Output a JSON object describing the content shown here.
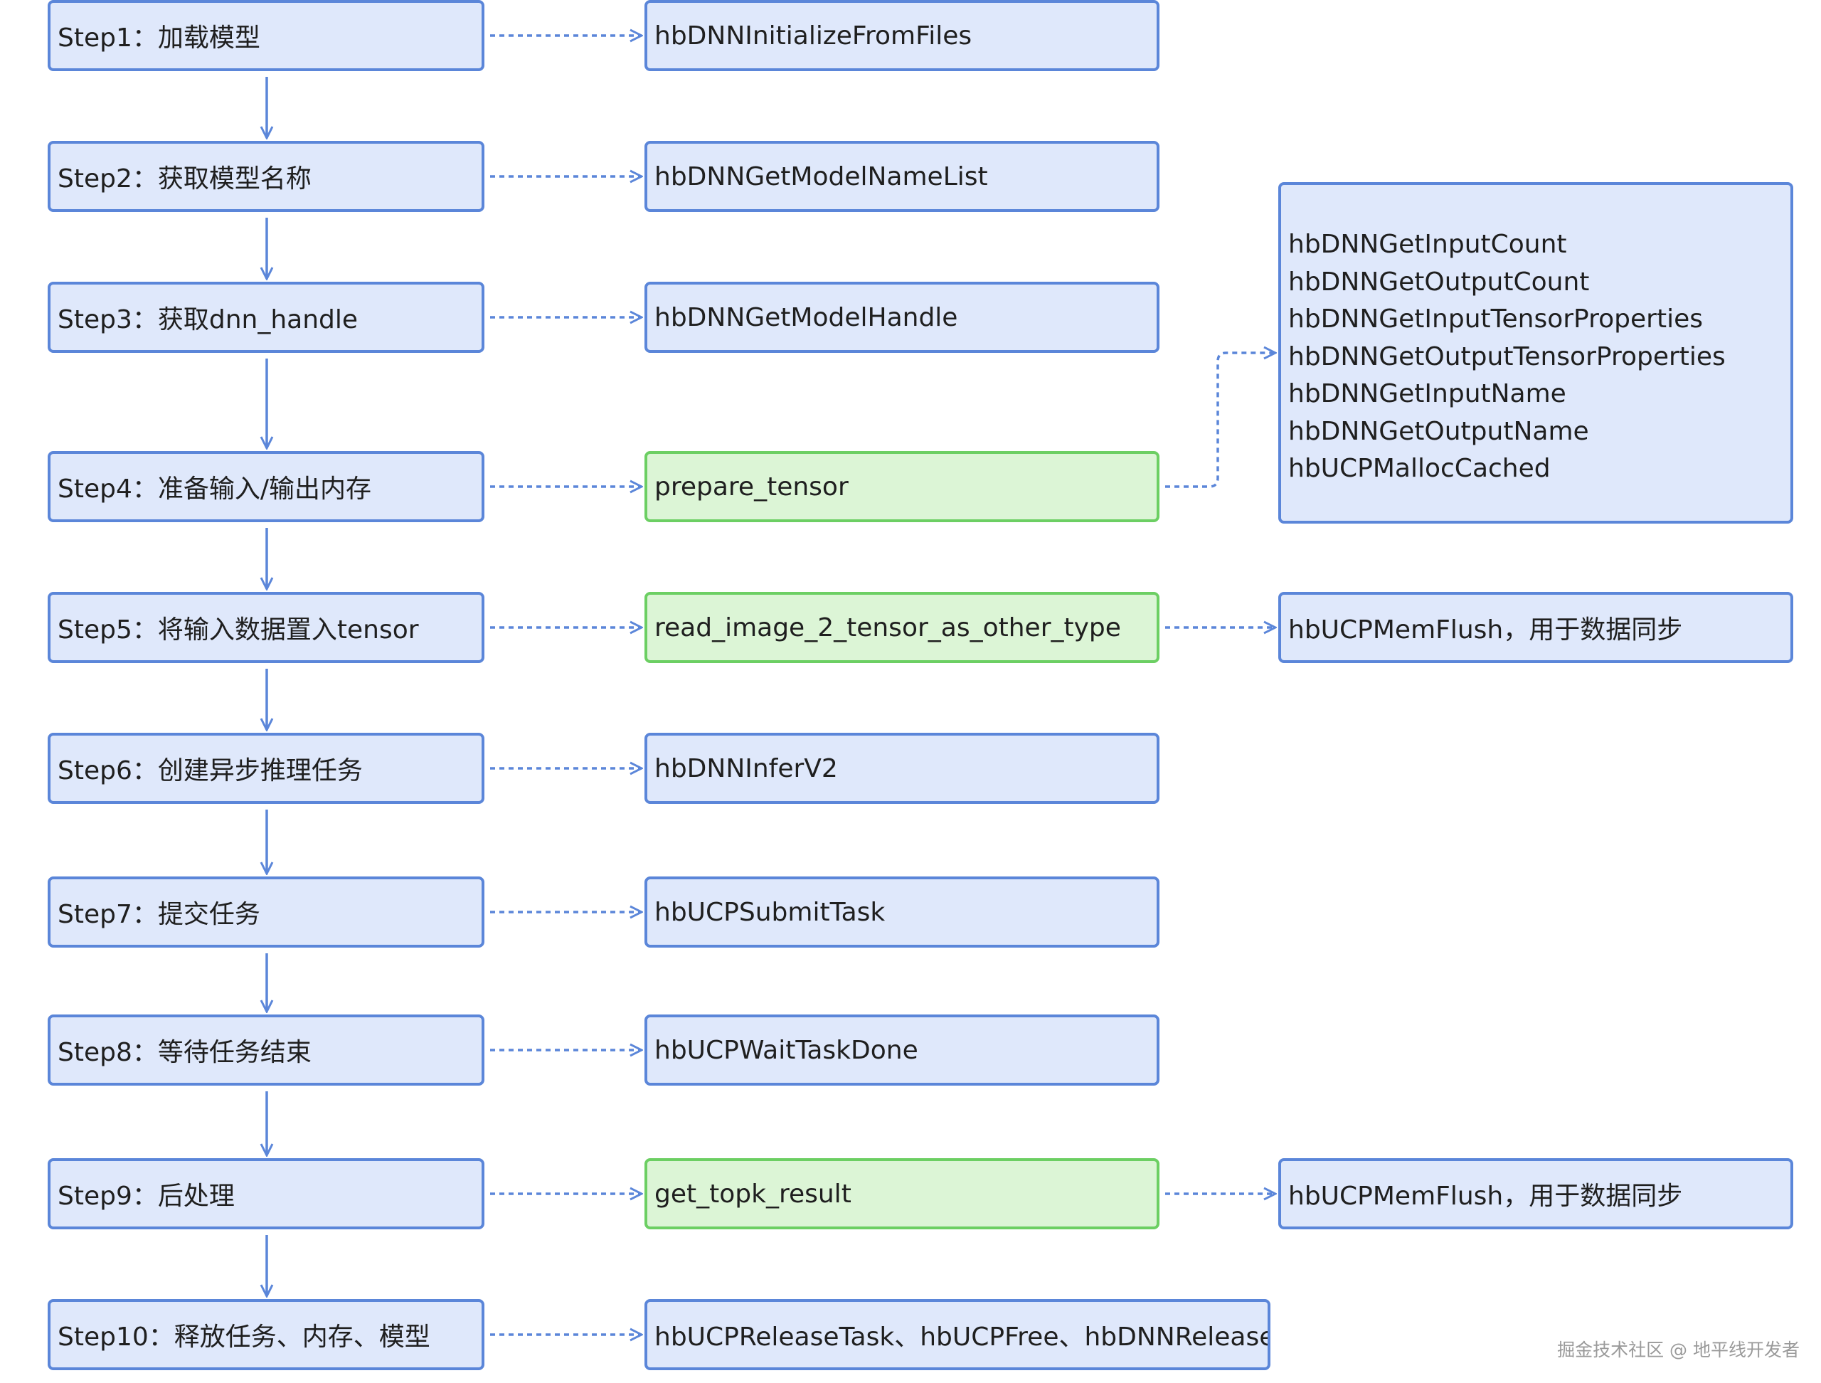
{
  "steps": [
    {
      "id": "step1",
      "label": "Step1：加载模型"
    },
    {
      "id": "step2",
      "label": "Step2：获取模型名称"
    },
    {
      "id": "step3",
      "label": "Step3：获取dnn_handle"
    },
    {
      "id": "step4",
      "label": "Step4：准备输入/输出内存"
    },
    {
      "id": "step5",
      "label": "Step5：将输入数据置入tensor"
    },
    {
      "id": "step6",
      "label": "Step6：创建异步推理任务"
    },
    {
      "id": "step7",
      "label": "Step7：提交任务"
    },
    {
      "id": "step8",
      "label": "Step8：等待任务结束"
    },
    {
      "id": "step9",
      "label": "Step9：后处理"
    },
    {
      "id": "step10",
      "label": "Step10：释放任务、内存、模型"
    }
  ],
  "apis": [
    {
      "id": "api1",
      "label": "hbDNNInitializeFromFiles",
      "highlight": false
    },
    {
      "id": "api2",
      "label": "hbDNNGetModelNameList",
      "highlight": false
    },
    {
      "id": "api3",
      "label": "hbDNNGetModelHandle",
      "highlight": false
    },
    {
      "id": "api4",
      "label": "prepare_tensor",
      "highlight": true
    },
    {
      "id": "api5",
      "label": "read_image_2_tensor_as_other_type",
      "highlight": true
    },
    {
      "id": "api6",
      "label": "hbDNNInferV2",
      "highlight": false
    },
    {
      "id": "api7",
      "label": "hbUCPSubmitTask",
      "highlight": false
    },
    {
      "id": "api8",
      "label": "hbUCPWaitTaskDone",
      "highlight": false
    },
    {
      "id": "api9",
      "label": "get_topk_result",
      "highlight": true
    },
    {
      "id": "api10",
      "label": "hbUCPReleaseTask、hbUCPFree、hbDNNRelease",
      "highlight": false
    }
  ],
  "details": {
    "tensor_functions": [
      "hbDNNGetInputCount",
      "hbDNNGetOutputCount",
      "hbDNNGetInputTensorProperties",
      "hbDNNGetOutputTensorProperties",
      "hbDNNGetInputName",
      "hbDNNGetOutputName",
      "hbUCPMallocCached"
    ],
    "flush_step5": "hbUCPMemFlush，用于数据同步",
    "flush_step9": "hbUCPMemFlush，用于数据同步"
  },
  "watermark": "掘金技术社区 @ 地平线开发者",
  "colors": {
    "box_fill": "#dfe8fb",
    "box_border": "#5b86d9",
    "highlight_fill": "#dcf5d6",
    "highlight_border": "#6ccf63",
    "connector": "#5b86d9"
  }
}
